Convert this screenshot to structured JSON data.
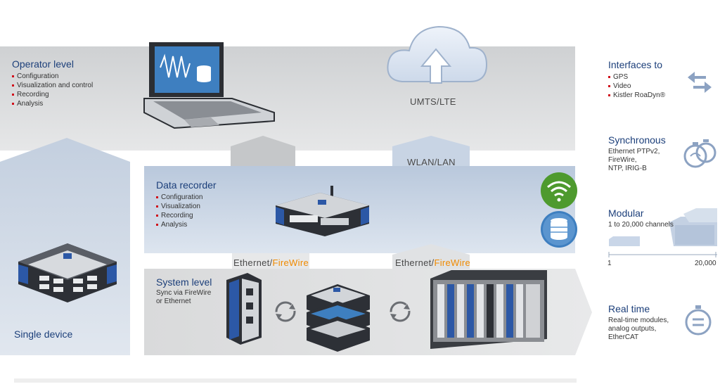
{
  "operator": {
    "title": "Operator level",
    "items": [
      "Configuration",
      "Visualization and control",
      "Recording",
      "Analysis"
    ]
  },
  "cloud": {
    "label": "UMTS/LTE"
  },
  "wlan": {
    "label": "WLAN/LAN"
  },
  "recorder": {
    "title": "Data recorder",
    "items": [
      "Configuration",
      "Visualization",
      "Recording",
      "Analysis"
    ]
  },
  "ethernet_left": {
    "eth": "Ethernet/",
    "fw": "FireWire"
  },
  "ethernet_right": {
    "eth": "Ethernet/",
    "fw": "FireWire"
  },
  "system": {
    "title": "System level",
    "desc_line1": "Sync via FireWire",
    "desc_line2": "or Ethernet"
  },
  "single": {
    "label": "Single device"
  },
  "side": {
    "interfaces": {
      "title": "Interfaces to",
      "items": [
        "GPS",
        "Video",
        "Kistler RoaDyn®"
      ]
    },
    "synchronous": {
      "title": "Synchronous",
      "line1": "Ethernet PTPv2,",
      "line2": "FireWire,",
      "line3": "NTP, IRIG-B"
    },
    "modular": {
      "title": "Modular",
      "desc": "1 to 20,000 channels",
      "min": "1",
      "max": "20,000"
    },
    "realtime": {
      "title": "Real time",
      "line1": "Real-time modules,",
      "line2": "analog outputs,",
      "line3": "EtherCAT"
    }
  },
  "colors": {
    "accent_blue": "#1c3f7a",
    "firewire_orange": "#f08a00",
    "bullet_red": "#d0101b",
    "wifi_green": "#4e9a2e"
  },
  "icons": [
    "laptop-icon",
    "cloud-upload-icon",
    "wifi-icon",
    "database-icon",
    "sync-icon",
    "arrows-exchange-icon",
    "clock-sync-icon",
    "stopwatch-icon"
  ]
}
